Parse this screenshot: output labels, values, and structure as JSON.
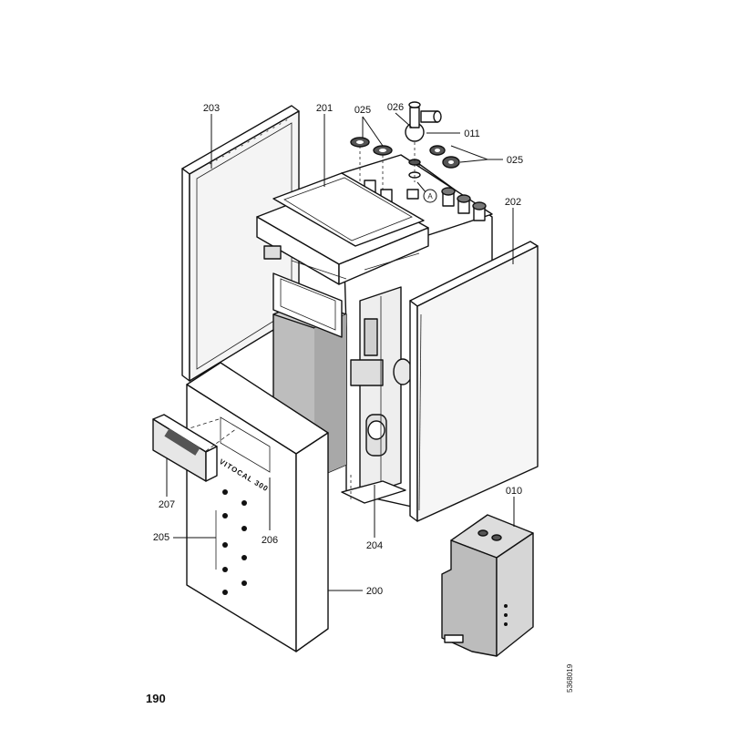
{
  "page_number": "190",
  "figure_ref": "5368019",
  "brand_text": "VITOCAL 300",
  "callout_marker": "A",
  "labels": {
    "p203": "203",
    "p201": "201",
    "p025a": "025",
    "p026": "026",
    "p011": "011",
    "p025b": "025",
    "p202": "202",
    "p207": "207",
    "p205": "205",
    "p206": "206",
    "p204": "204",
    "p200": "200",
    "p010": "010"
  }
}
